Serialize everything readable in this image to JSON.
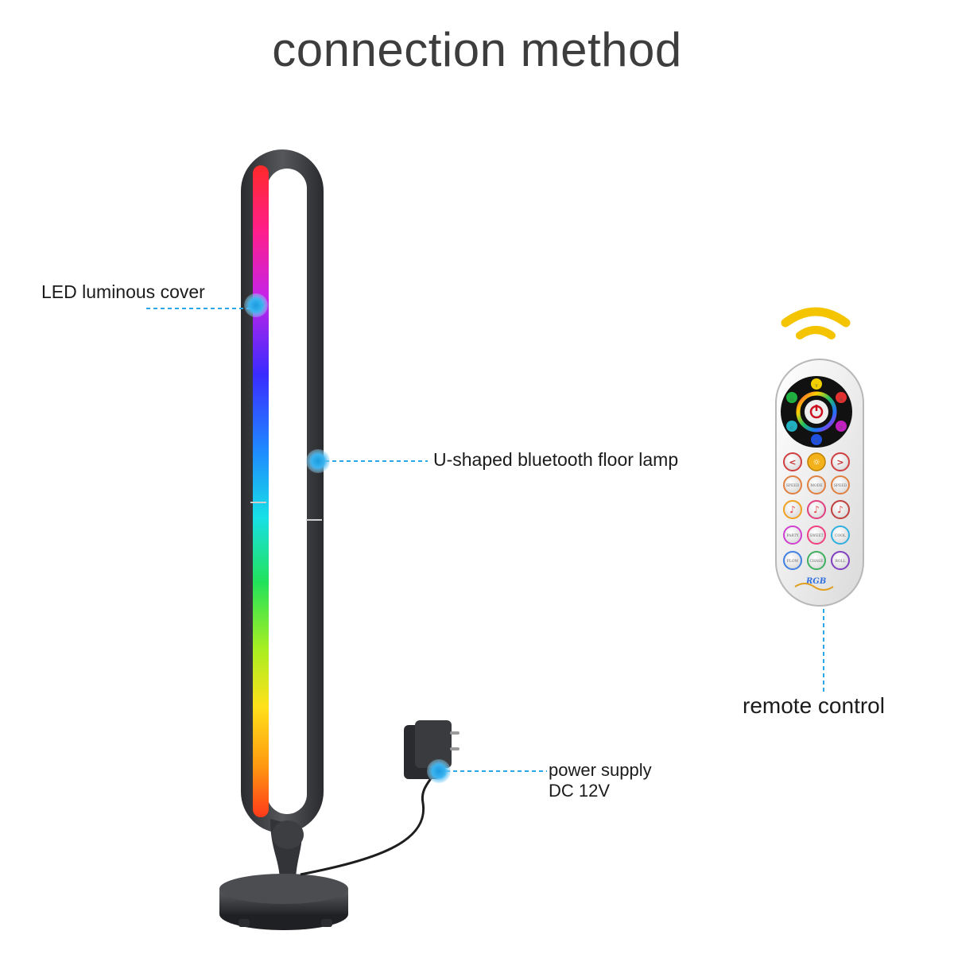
{
  "title": "connection method",
  "labels": {
    "led_cover": "LED luminous cover",
    "lamp": "U-shaped bluetooth floor lamp",
    "power_line1": "power supply",
    "power_line2": "DC 12V",
    "remote": "remote control"
  },
  "remote_buttons": {
    "color_wheel": [
      "Y",
      "G",
      "C",
      "B",
      "P",
      "R"
    ],
    "row1": [
      "<",
      "☼",
      ">"
    ],
    "row2": [
      "SPEED",
      "MODE",
      "SPEED"
    ],
    "row3": [
      "♪",
      "♪",
      "♪"
    ],
    "row4": [
      "PARTY",
      "SWEET",
      "COOL"
    ],
    "row5": [
      "FLOW",
      "CHASE",
      "ROLL"
    ],
    "brand": "RGB"
  },
  "colors": {
    "accent": "#29a8e8",
    "signal": "#f5c400",
    "lamp_body": "#3a3b3e"
  }
}
